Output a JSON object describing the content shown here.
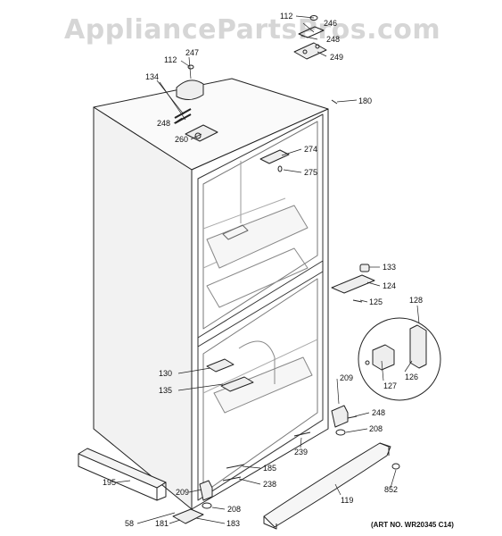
{
  "watermark": "AppliancePartsPros.com",
  "art_number": "(ART NO. WR20345 C14)",
  "callouts": {
    "c112a": "112",
    "c246": "246",
    "c248a": "248",
    "c249": "249",
    "c180": "180",
    "c112b": "112",
    "c247": "247",
    "c134": "134",
    "c248b": "248",
    "c260": "260",
    "c274": "274",
    "c275": "275",
    "c133": "133",
    "c124": "124",
    "c125": "125",
    "c128": "128",
    "c126": "126",
    "c127": "127",
    "c130": "130",
    "c135": "135",
    "c209a": "209",
    "c248c": "248",
    "c208a": "208",
    "c239": "239",
    "c185": "185",
    "c238": "238",
    "c208b": "208",
    "c209b": "209",
    "c195": "195",
    "c58": "58",
    "c181": "181",
    "c183": "183",
    "c119": "119",
    "c852": "852"
  }
}
